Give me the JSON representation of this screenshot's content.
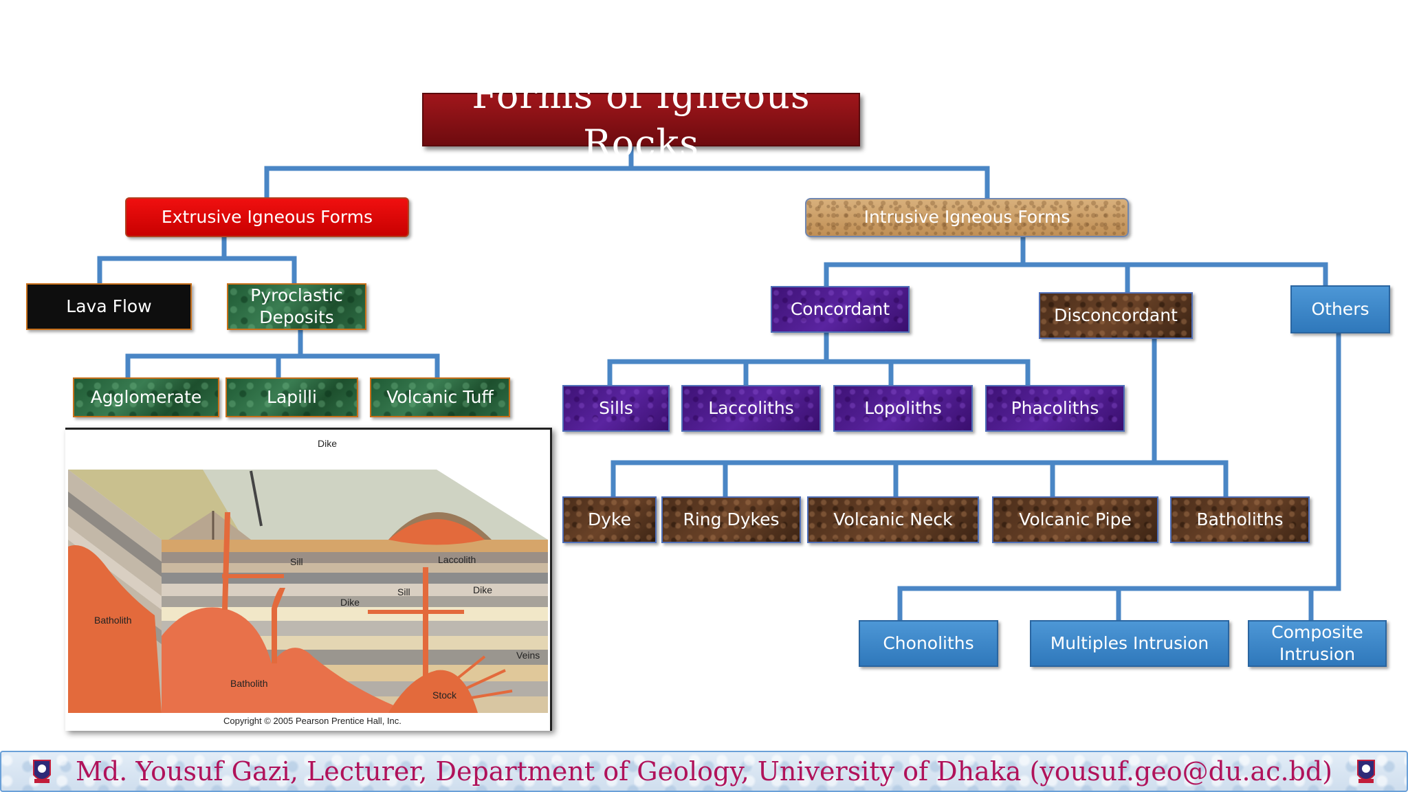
{
  "title": "Forms of Igneous Rocks",
  "branches": {
    "extrusive": "Extrusive Igneous Forms",
    "intrusive": "Intrusive Igneous Forms"
  },
  "extrusive": {
    "lava_flow": "Lava Flow",
    "pyroclastic": "Pyroclastic Deposits",
    "pyroclastic_types": [
      "Agglomerate",
      "Lapilli",
      "Volcanic Tuff"
    ]
  },
  "intrusive": {
    "concordant": "Concordant",
    "disconcordant": "Disconcordant",
    "others": "Others",
    "concordant_types": [
      "Sills",
      "Laccoliths",
      "Lopoliths",
      "Phacoliths"
    ],
    "disconcordant_types": [
      "Dyke",
      "Ring Dykes",
      "Volcanic Neck",
      "Volcanic Pipe",
      "Batholiths"
    ],
    "others_types": [
      "Chonoliths",
      "Multiples Intrusion",
      "Composite Intrusion"
    ]
  },
  "figure": {
    "labels": {
      "dike_top": "Dike",
      "sill_1": "Sill",
      "laccolith": "Laccolith",
      "sill_2": "Sill",
      "dike_right": "Dike",
      "dike_mid": "Dike",
      "batholith_left": "Batholith",
      "veins": "Veins",
      "batholith_bottom": "Batholith",
      "stock": "Stock"
    },
    "copyright": "Copyright © 2005 Pearson Prentice Hall, Inc."
  },
  "footer": "Md. Yousuf Gazi, Lecturer, Department of Geology, University of Dhaka (yousuf.geo@du.ac.bd)",
  "colors": {
    "connector": "#4a86c5",
    "title_bg": "#8b1014",
    "footer_text": "#b0125a"
  }
}
